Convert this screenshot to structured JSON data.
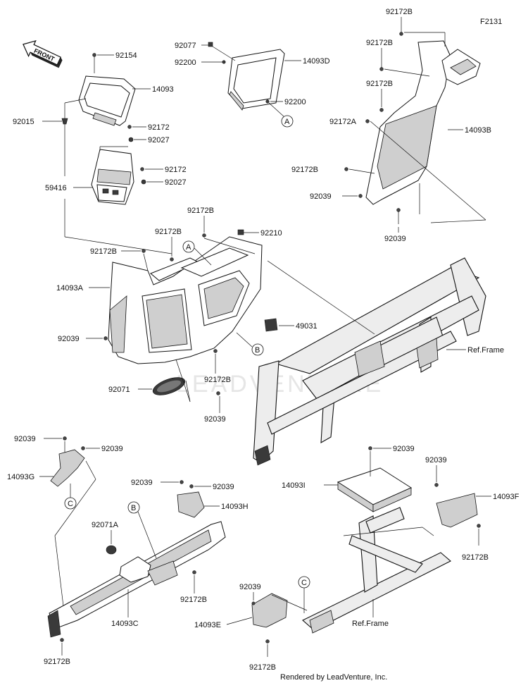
{
  "diagram_code": "F2131",
  "front_label": "FRONT",
  "watermark": "LEADVENTURE",
  "footer": "Rendered by LeadVenture, Inc.",
  "callouts": [
    "A",
    "B",
    "C"
  ],
  "labels": {
    "92154": "92154",
    "14093": "14093",
    "92015": "92015",
    "92172_a": "92172",
    "92027_a": "92027",
    "92172_b": "92172",
    "92027_b": "92027",
    "59416": "59416",
    "92077": "92077",
    "92200_a": "92200",
    "14093D": "14093D",
    "92200_b": "92200",
    "92172B_top1": "92172B",
    "92172B_top2": "92172B",
    "92172B_top3": "92172B",
    "92172A": "92172A",
    "14093B": "14093B",
    "92172B_right": "92172B",
    "92039_right": "92039",
    "92039_right2": "92039",
    "92172B_mid1": "92172B",
    "92172B_mid2": "92172B",
    "92210": "92210",
    "92172B_mid3": "92172B",
    "14093A": "14093A",
    "49031": "49031",
    "92039_left": "92039",
    "92172B_mid4": "92172B",
    "92071": "92071",
    "92039_mid": "92039",
    "ref_frame_1": "Ref.Frame",
    "92039_g1": "92039",
    "92039_g2": "92039",
    "14093G": "14093G",
    "92039_h1": "92039",
    "92039_h2": "92039",
    "14093H": "14093H",
    "92071A": "92071A",
    "92172B_c1": "92172B",
    "14093C": "14093C",
    "92172B_c2": "92172B",
    "92039_i": "92039",
    "14093I": "14093I",
    "92039_f": "92039",
    "14093F": "14093F",
    "92172B_f": "92172B",
    "92039_e": "92039",
    "14093E": "14093E",
    "92172B_e": "92172B",
    "ref_frame_2": "Ref.Frame"
  }
}
